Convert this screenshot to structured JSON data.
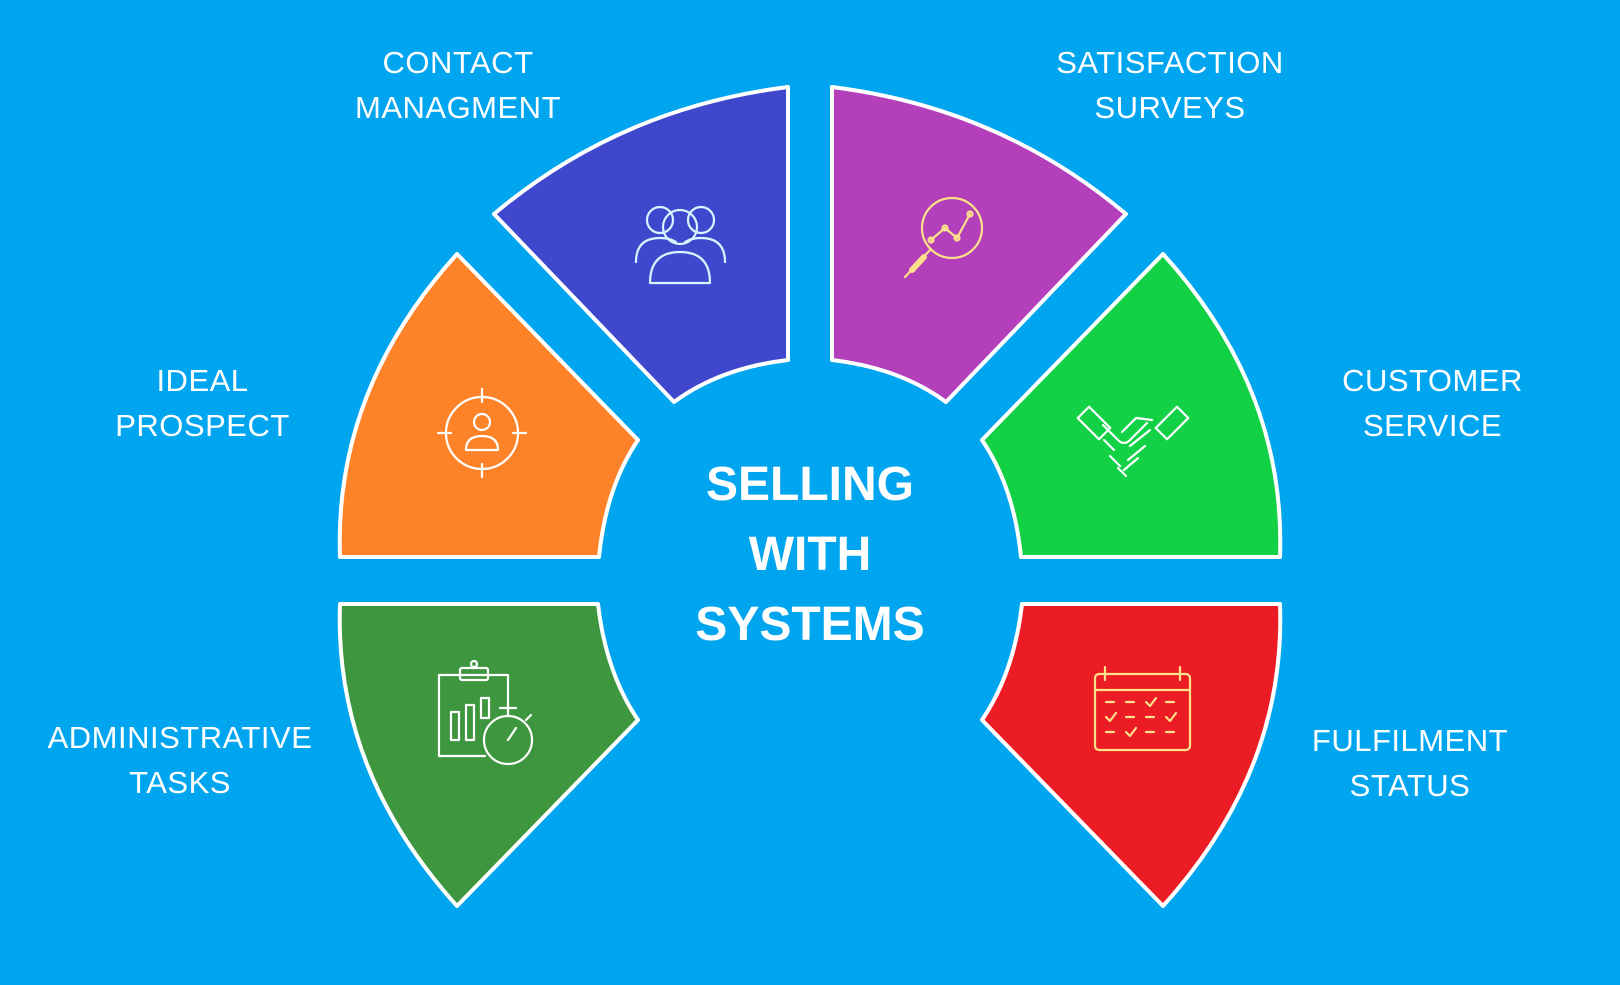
{
  "title": {
    "line1": "SELLING",
    "line2": "WITH",
    "line3": "SYSTEMS"
  },
  "segments": [
    {
      "line1": "IDEAL",
      "line2": "PROSPECT",
      "color": "#FE8328",
      "icon": "target-person-icon"
    },
    {
      "line1": "CONTACT",
      "line2": "MANAGMENT",
      "color": "#3F48CC",
      "icon": "group-users-icon"
    },
    {
      "line1": "SATISFACTION",
      "line2": "SURVEYS",
      "color": "#B43FBB",
      "icon": "magnifier-chart-icon"
    },
    {
      "line1": "CUSTOMER",
      "line2": "SERVICE",
      "color": "#12D145",
      "icon": "handshake-icon"
    },
    {
      "line1": "FULFILMENT",
      "line2": "STATUS",
      "color": "#EC1C24",
      "icon": "calendar-icon"
    },
    {
      "line1": "ADMINISTRATIVE",
      "line2": "TASKS",
      "color": "#3E963E",
      "icon": "clipboard-stopwatch-icon"
    }
  ],
  "colors": {
    "background": "#00A5F0",
    "outline": "#ffffff",
    "icon_light": "#ffffff",
    "icon_gold": "#FFE08A"
  }
}
